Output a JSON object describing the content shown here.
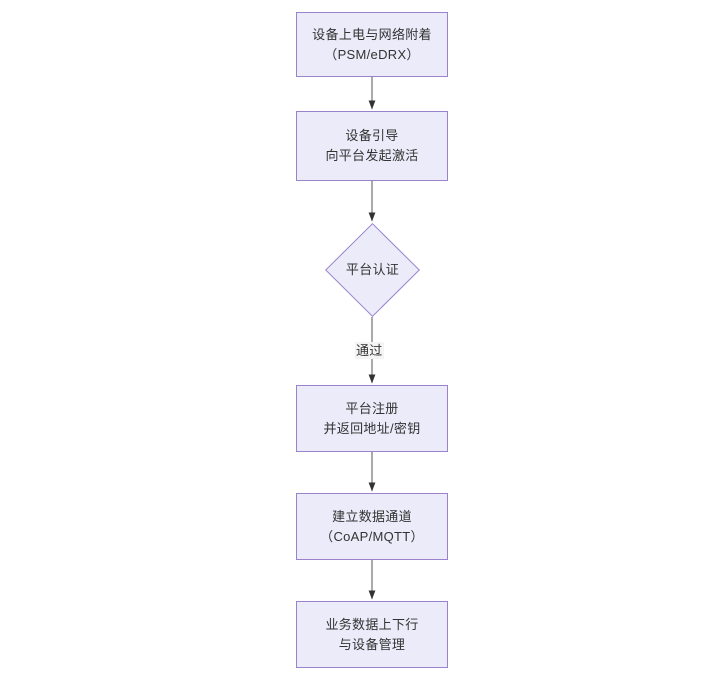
{
  "diagram": {
    "type": "flowchart",
    "orientation": "top-to-bottom",
    "title_visible": false,
    "background_color": "#ffffff",
    "node_fill_color": "#ebebf9",
    "node_border_color": "#9a82cd",
    "connector_color": "#333333",
    "text_color": "#333333",
    "nodes": [
      {
        "id": "power-on",
        "shape": "rectangle",
        "line1": "设备上电与网络附着",
        "line2": "（PSM/eDRX）"
      },
      {
        "id": "bootstrap",
        "shape": "rectangle",
        "line1": "设备引导",
        "line2": "向平台发起激活"
      },
      {
        "id": "auth",
        "shape": "diamond",
        "line1": "平台认证",
        "line2": ""
      },
      {
        "id": "register",
        "shape": "rectangle",
        "line1": "平台注册",
        "line2": "并返回地址/密钥"
      },
      {
        "id": "channel",
        "shape": "rectangle",
        "line1": "建立数据通道",
        "line2": "（CoAP/MQTT）"
      },
      {
        "id": "business",
        "shape": "rectangle",
        "line1": "业务数据上下行",
        "line2": "与设备管理"
      }
    ],
    "edges": [
      {
        "from": "power-on",
        "to": "bootstrap",
        "label": ""
      },
      {
        "from": "bootstrap",
        "to": "auth",
        "label": ""
      },
      {
        "from": "auth",
        "to": "register",
        "label": "通过"
      },
      {
        "from": "register",
        "to": "channel",
        "label": ""
      },
      {
        "from": "channel",
        "to": "business",
        "label": ""
      }
    ]
  }
}
